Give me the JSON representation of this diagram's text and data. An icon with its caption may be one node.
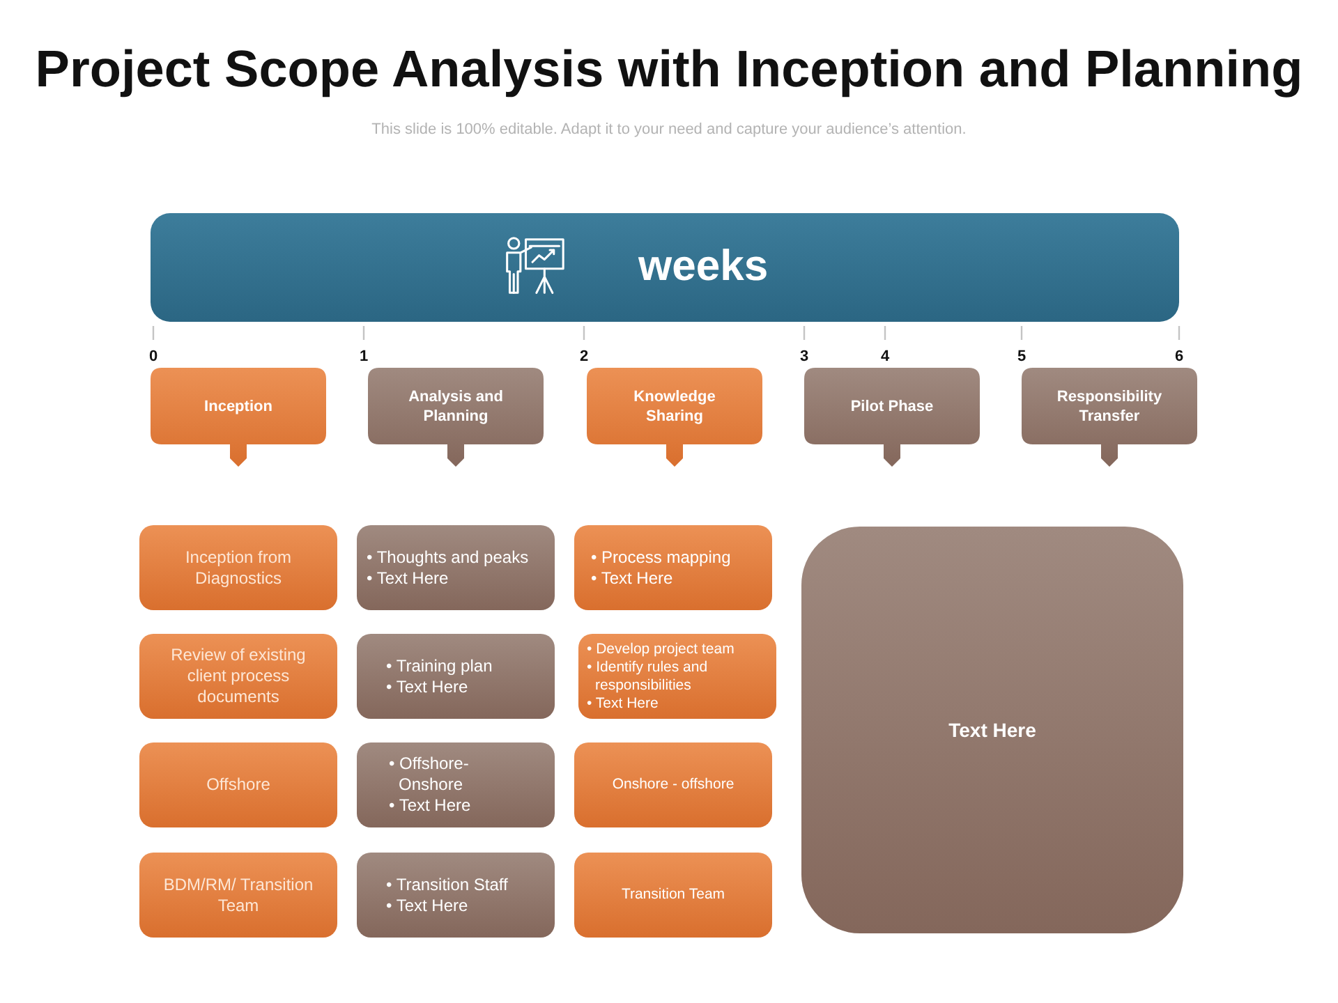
{
  "diagram": {
    "title": "Project Scope Analysis with Inception and Planning",
    "nodes": [
      {
        "text": [
          "weeks"
        ]
      },
      {
        "text": [
          "Inception"
        ]
      },
      {
        "text": [
          "Analysis and Planning"
        ]
      },
      {
        "text": [
          "Knowledge Sharing"
        ]
      },
      {
        "text": [
          "Pilot Phase"
        ]
      },
      {
        "text": [
          "Responsibility Transfer"
        ]
      },
      {
        "text": [
          "Inception from Diagnostics"
        ]
      },
      {
        "text": [
          "• Thoughts and peaks",
          "• Text Here"
        ]
      },
      {
        "text": [
          "• Process mapping",
          "• Text Here"
        ]
      },
      {
        "text": [
          "Text Here"
        ]
      },
      {
        "text": [
          "Review of existing client process documents"
        ]
      },
      {
        "text": [
          "• Training plan",
          "• Text Here"
        ]
      },
      {
        "text": [
          "• Develop project team",
          "• Identify rules and responsibilities",
          "• Text Here"
        ]
      },
      {
        "text": [
          "Offshore"
        ]
      },
      {
        "text": [
          "• Offshore- Onshore",
          "• Text Here"
        ]
      },
      {
        "text": [
          "Onshore - offshore"
        ]
      },
      {
        "text": [
          "BDM/RM/ Transition Team"
        ]
      },
      {
        "text": [
          "• Transition Staff",
          "• Text Here"
        ]
      },
      {
        "text": [
          "Transition Team"
        ]
      }
    ],
    "labels": [
      "This slide is 100% editable. Adapt it to your need and capture your audience’s attention.",
      "0",
      "1",
      "2",
      "3",
      "4",
      "5",
      "6"
    ]
  }
}
